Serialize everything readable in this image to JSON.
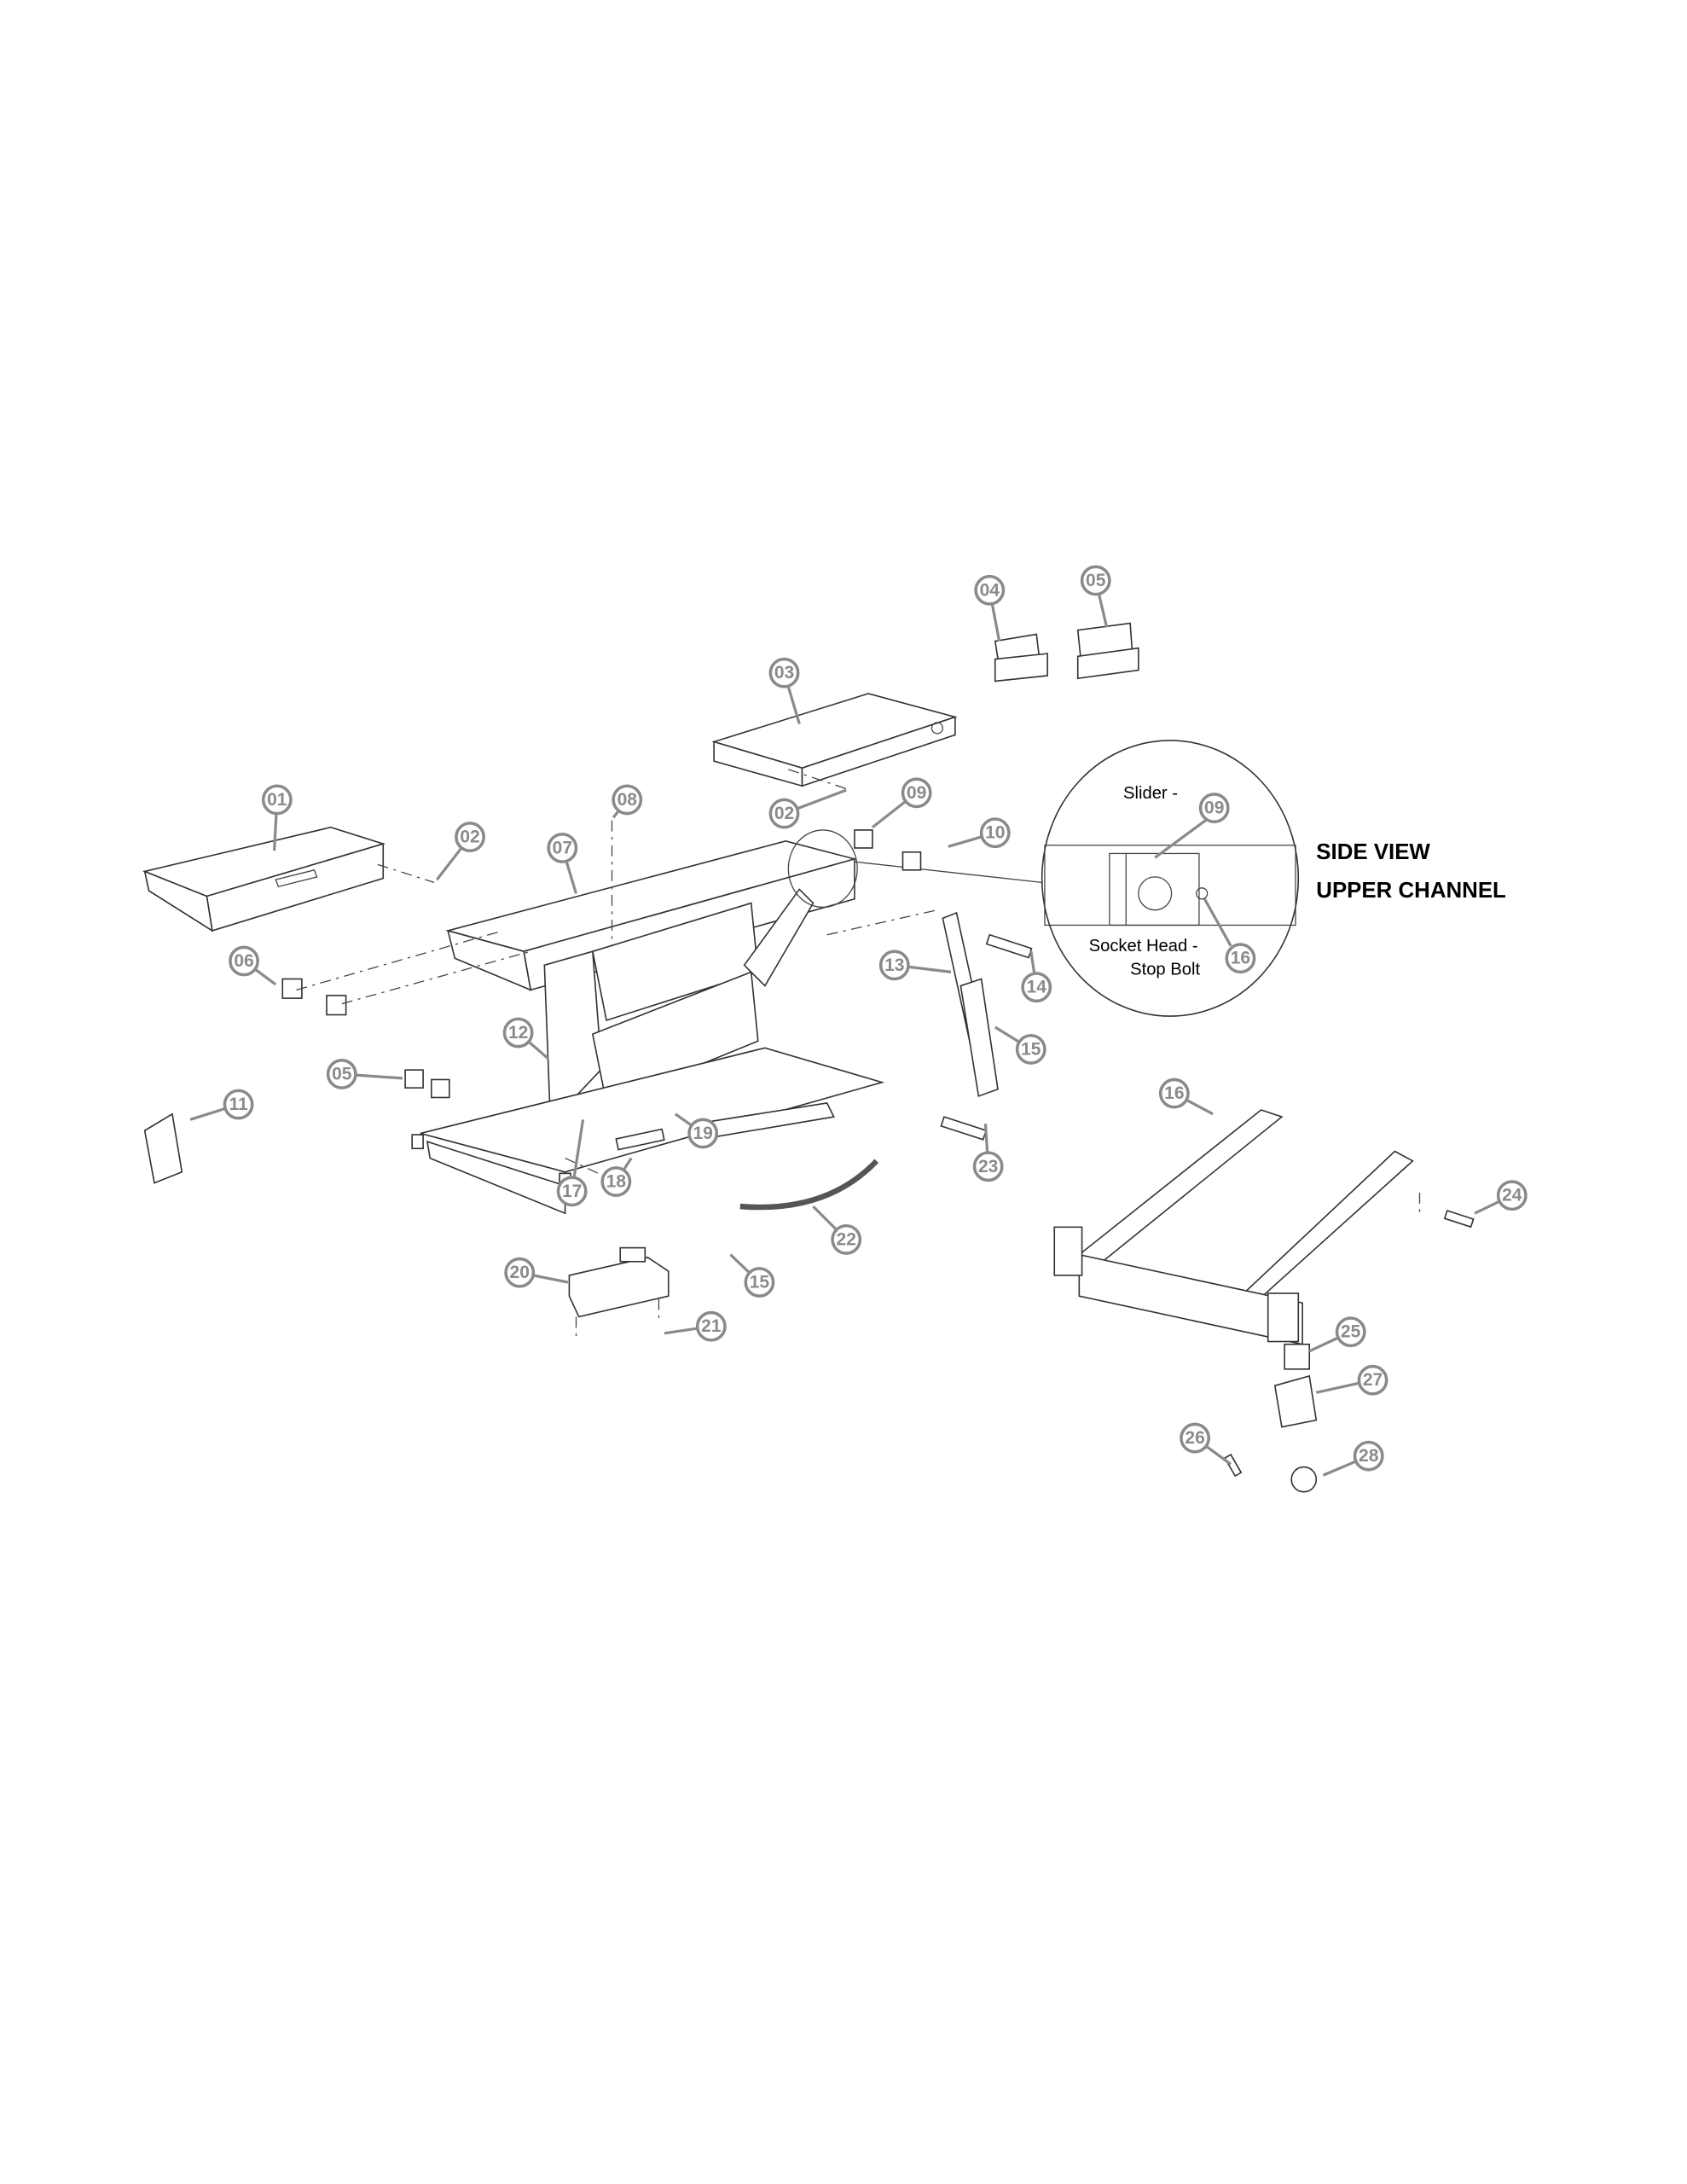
{
  "diagram": {
    "detail": {
      "slider_label": "Slider -",
      "slider_callout": "09",
      "socket_label_line1": "Socket Head -",
      "socket_label_line2": "Stop Bolt",
      "socket_callout": "16",
      "title_line1": "SIDE VIEW",
      "title_line2": "UPPER CHANNEL"
    },
    "callouts": [
      "01",
      "02",
      "03",
      "04",
      "05",
      "02",
      "08",
      "09",
      "10",
      "07",
      "06",
      "12",
      "13",
      "14",
      "15",
      "05",
      "11",
      "19",
      "17",
      "18",
      "23",
      "16",
      "24",
      "22",
      "15",
      "20",
      "21",
      "25",
      "27",
      "26",
      "28"
    ],
    "colors": {
      "callout": "#8a8a8a",
      "line": "#333333"
    }
  }
}
